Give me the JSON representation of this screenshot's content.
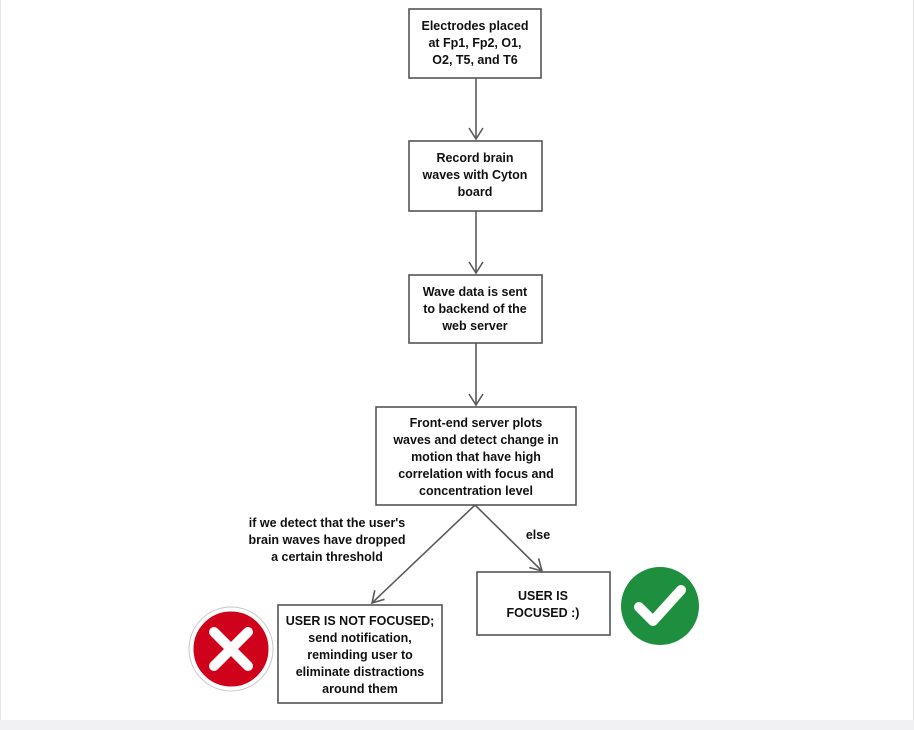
{
  "nodes": {
    "electrodes": {
      "lines": [
        "Electrodes placed",
        "at Fp1, Fp2, O1,",
        "O2, T5, and T6"
      ]
    },
    "record": {
      "lines": [
        "Record brain",
        "waves with Cyton",
        "board"
      ]
    },
    "wave_data": {
      "lines": [
        "Wave data is sent",
        "to backend of the",
        "web server"
      ]
    },
    "frontend": {
      "lines": [
        "Front-end server plots",
        "waves and detect change in",
        "motion that have high",
        "correlation with focus and",
        "concentration level"
      ]
    },
    "focused": {
      "lines": [
        "USER IS",
        "FOCUSED :)"
      ]
    },
    "not_focused": {
      "lines": [
        "USER IS NOT FOCUSED;",
        "send notification,",
        "reminding user to",
        "eliminate distractions",
        "around them"
      ]
    }
  },
  "edge_labels": {
    "if_label": [
      "if we detect that the user's",
      "brain waves have dropped",
      "a certain threshold"
    ],
    "else_label": [
      "else"
    ]
  },
  "icons": {
    "fail": {
      "name": "x-mark-icon",
      "color": "#d0021b"
    },
    "success": {
      "name": "checkmark-icon",
      "color": "#1e8f3e"
    }
  }
}
